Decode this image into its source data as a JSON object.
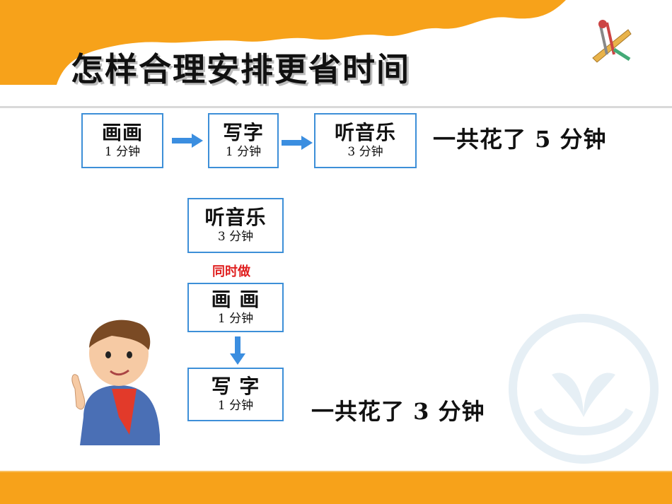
{
  "title": "怎样合理安排更省时间",
  "sequence": {
    "steps": [
      {
        "name": "画画",
        "time": "1 分钟"
      },
      {
        "name": "写字",
        "time": "1 分钟"
      },
      {
        "name": "听音乐",
        "time": "3 分钟"
      }
    ],
    "total": "一共花了 5 分钟"
  },
  "parallel": {
    "music": {
      "name": "听音乐",
      "time": "3 分钟"
    },
    "simultaneous_label": "同时做",
    "draw": {
      "name": "画 画",
      "time": "1 分钟"
    },
    "write": {
      "name": "写 字",
      "time": "1 分钟"
    },
    "total": "一共花了 3 分钟"
  },
  "colors": {
    "accent_orange": "#f7a21a",
    "box_border": "#3d8fd8",
    "arrow_blue": "#3b8ee0",
    "highlight_red": "#e02020"
  },
  "icons": [
    "drawing-tools-icon",
    "boy-pointing-illustration",
    "watermark-logo-icon"
  ]
}
